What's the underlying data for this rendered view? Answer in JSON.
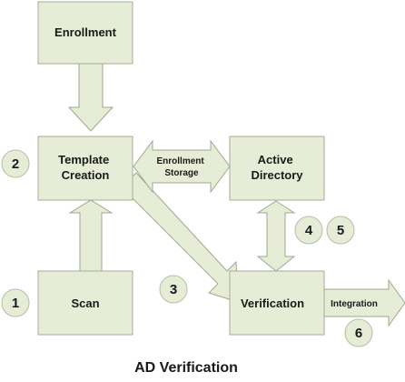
{
  "caption": "AD Verification",
  "boxes": {
    "enrollment": [
      "Enrollment"
    ],
    "template_creation": [
      "Template",
      "Creation"
    ],
    "active_directory": [
      "Active",
      "Directory"
    ],
    "scan": [
      "Scan"
    ],
    "verification": [
      "Verification"
    ]
  },
  "arrows": {
    "enrollment_storage": [
      "Enrollment",
      "Storage"
    ],
    "integration": "Integration"
  },
  "steps": [
    "1",
    "2",
    "3",
    "4",
    "5",
    "6"
  ],
  "colors": {
    "box_fill": "#e6ecd6",
    "box_stroke": "#a6ae96",
    "arrow_fill": "#e6ecd6",
    "arrow_stroke": "#9fa88f",
    "circle_fill": "#e6ecd6",
    "circle_stroke": "#b6bea6"
  }
}
